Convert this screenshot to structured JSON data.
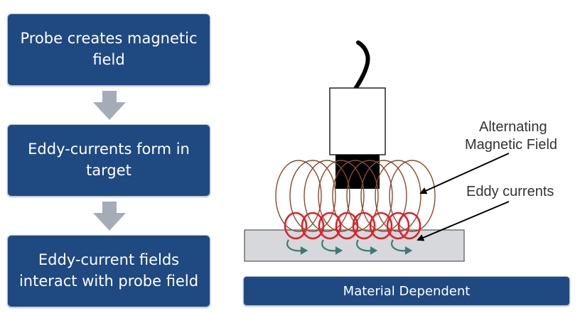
{
  "steps": [
    {
      "text": "Probe creates magnetic field"
    },
    {
      "text": "Eddy-currents form in target"
    },
    {
      "text": "Eddy-current fields interact with probe field"
    }
  ],
  "diagram": {
    "labels": {
      "alternating_line1": "Alternating",
      "alternating_line2": "Magnetic Field",
      "eddy": "Eddy currents"
    }
  },
  "footer": {
    "label": "Material Dependent"
  },
  "colors": {
    "box_fill": "#1f4981",
    "arrow_fill": "#a6acb6",
    "magnetic_coil": "#8b4a2c",
    "eddy_loops": "#e0202a",
    "eddy_arrows": "#3d7a73",
    "target_fill": "#d6d8dc"
  }
}
